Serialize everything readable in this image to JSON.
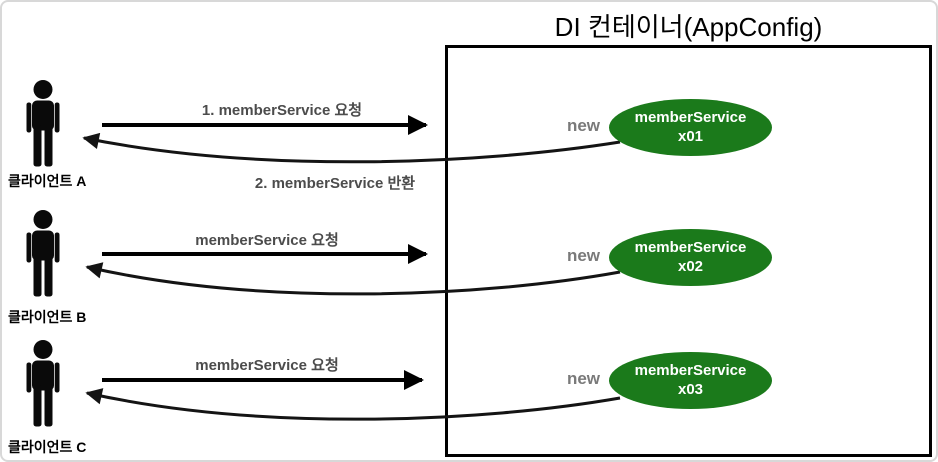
{
  "page": {
    "title": "DI 컨테이너(AppConfig)"
  },
  "colors": {
    "bean_ellipse_green": "#1b7a1b",
    "bean_text_white": "#ffffff",
    "arrow_label_gray": "#4c4c4c",
    "new_label_gray": "#7a7a7a",
    "arrow_black": "#000000",
    "container_border_black": "#000000"
  },
  "rows": [
    {
      "client_label": "클라이언트 A",
      "request_label": "1. memberService 요청",
      "return_label": "2. memberService 반환",
      "new_label": "new",
      "bean_name": "memberService",
      "bean_instance": "x01"
    },
    {
      "client_label": "클라이언트 B",
      "request_label": "memberService 요청",
      "return_label": "",
      "new_label": "new",
      "bean_name": "memberService",
      "bean_instance": "x02"
    },
    {
      "client_label": "클라이언트 C",
      "request_label": "memberService 요청",
      "return_label": "",
      "new_label": "new",
      "bean_name": "memberService",
      "bean_instance": "x03"
    }
  ]
}
